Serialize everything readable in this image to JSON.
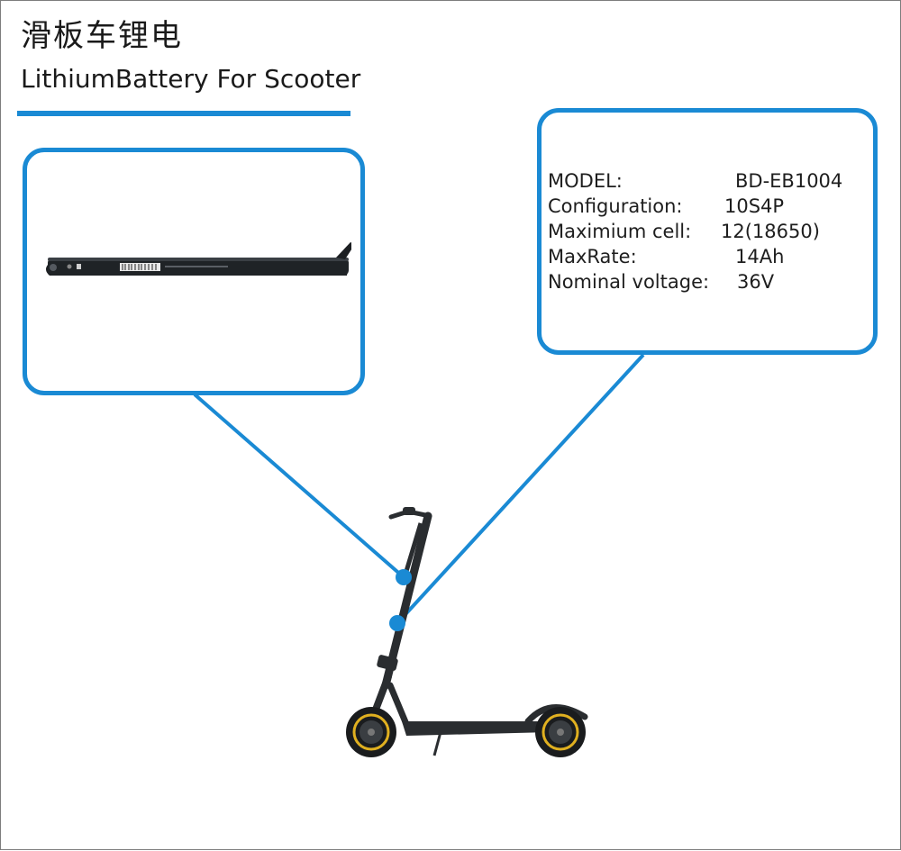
{
  "header": {
    "title_cn": "滑板车锂电",
    "title_en": "LithiumBattery For Scooter"
  },
  "specs": [
    {
      "label": "MODEL:",
      "value": "BD-EB1004"
    },
    {
      "label": "Configuration:",
      "value": "10S4P"
    },
    {
      "label": "Maximium cell:",
      "value": "12(18650)"
    },
    {
      "label": "MaxRate:",
      "value": "14Ah"
    },
    {
      "label": "Nominal voltage:",
      "value": "36V"
    }
  ],
  "colors": {
    "accent": "#1a8ad4",
    "text": "#1e1e1e",
    "battery_body": "#1c1f22",
    "scooter_body": "#2a2d30",
    "wheel_trim": "#e0b020"
  }
}
